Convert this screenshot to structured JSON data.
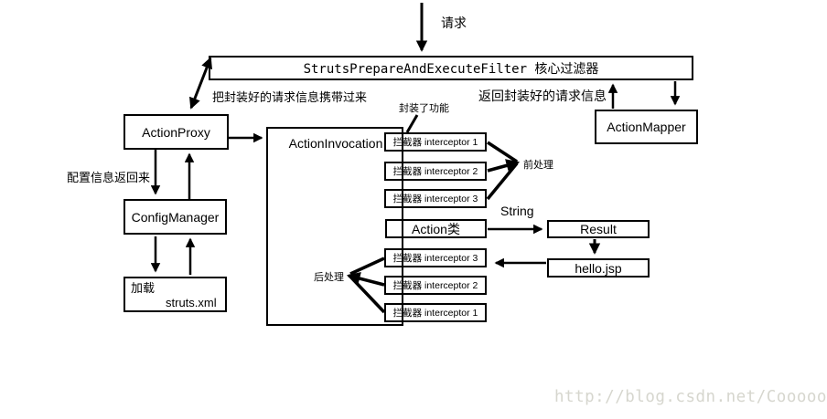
{
  "colors": {
    "line": "#000000",
    "background": "#ffffff",
    "watermark": "#d6d6ce"
  },
  "labels": {
    "request": "请求",
    "carry_request": "把封装好的请求信息携带过来",
    "return_request": "返回封装好的请求信息",
    "encapsulated": "封装了功能",
    "config_return": "配置信息返回来",
    "pre_process": "前处理",
    "post_process": "后处理",
    "string_result": "String",
    "load": "加载"
  },
  "boxes": {
    "filter": "StrutsPrepareAndExecuteFilter 核心过滤器",
    "action_proxy": "ActionProxy",
    "action_invocation": "ActionInvocation",
    "action_mapper": "ActionMapper",
    "config_manager": "ConfigManager",
    "struts_xml": "struts.xml",
    "action_class": "Action类",
    "result": "Result",
    "hello_jsp": "hello.jsp",
    "interceptors_top": [
      "拦截器 interceptor 1",
      "拦截器 interceptor 2",
      "拦截器 interceptor 3"
    ],
    "interceptors_bottom": [
      "拦截器 interceptor 3",
      "拦截器 interceptor 2",
      "拦截器 interceptor 1"
    ]
  },
  "watermark": "http://blog.csdn.net/Coooooc"
}
